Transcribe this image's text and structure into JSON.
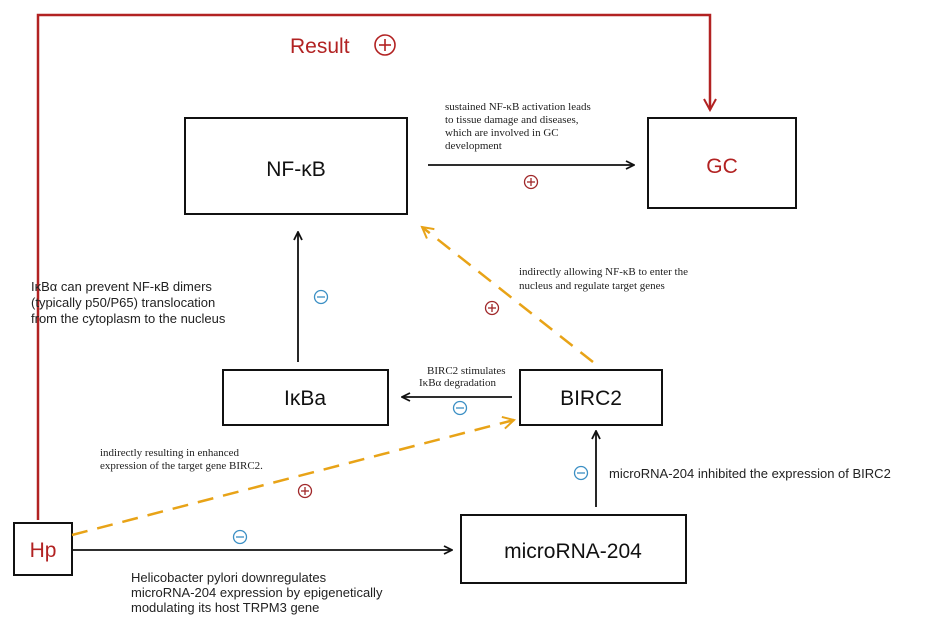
{
  "nodes": {
    "nfkb": "NF-κB",
    "gc": "GC",
    "ikba": "IκBa",
    "birc2": "BIRC2",
    "hp": "Hp",
    "mirna": "microRNA-204"
  },
  "result_label": "Result",
  "signs": {
    "plus": "+",
    "minus": "−"
  },
  "notes": {
    "nfkb_gc": [
      "sustained NF-κB activation leads",
      "to tissue damage and diseases,",
      "which are involved in GC",
      "development"
    ],
    "birc2_nfkb": [
      "indirectly allowing NF-κB to enter the",
      "nucleus and regulate target genes"
    ],
    "ikba_nfkb": [
      "IκBα can prevent NF-κB dimers",
      "(typically p50/P65) translocation",
      "from the cytoplasm to the nucleus"
    ],
    "birc2_ikba": [
      "BIRC2 stimulates",
      "IκBα degradation"
    ],
    "hp_birc2": [
      "indirectly resulting in enhanced",
      "expression of the target gene BIRC2."
    ],
    "mirna_birc2": "microRNA-204 inhibited the expression of BIRC2",
    "hp_mirna": [
      "Helicobacter pylori downregulates",
      "microRNA-204 expression by epigenetically",
      "modulating its host TRPM3 gene"
    ]
  },
  "colors": {
    "dark_red": "#b22222",
    "orange_dashed": "#e8a317",
    "minus_blue": "#3b8fc4",
    "plus_red": "#a0282a",
    "black": "#111111"
  }
}
